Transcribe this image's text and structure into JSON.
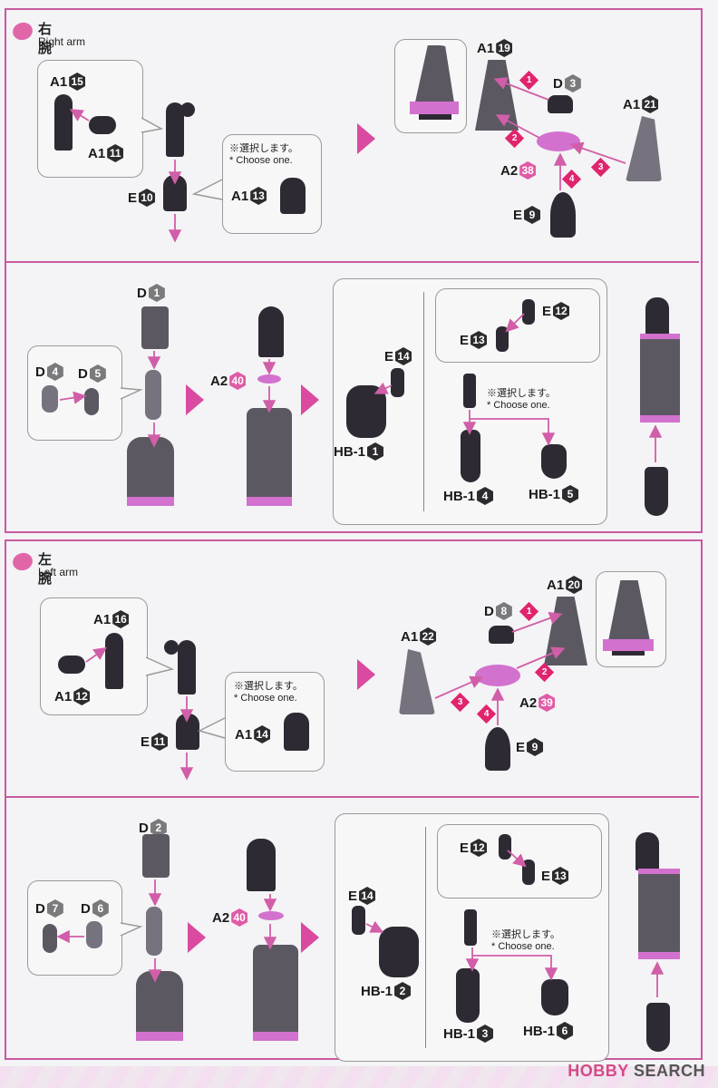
{
  "colors": {
    "accent": "#c85aa0",
    "arrow": "#d15ea8",
    "step": "#e0246e",
    "part_dark": "#2e2a33",
    "part_grey": "#5c5862",
    "part_pink": "#d371cf"
  },
  "sections": {
    "right_arm": {
      "title_jp": "右腕",
      "title_en": "Right arm"
    },
    "left_arm": {
      "title_jp": "左腕",
      "title_en": "Left arm"
    }
  },
  "note": {
    "jp": "※選択します。",
    "en": "* Choose one."
  },
  "steps": [
    "1",
    "2",
    "3",
    "4"
  ],
  "panel1": {
    "callout_a": [
      {
        "runner": "A1",
        "num": "15"
      },
      {
        "runner": "A1",
        "num": "11"
      }
    ],
    "elbow": {
      "runner": "E",
      "num": "10"
    },
    "choose": {
      "runner": "A1",
      "num": "13"
    }
  },
  "panel2": {
    "top": {
      "runner": "A1",
      "num": "19"
    },
    "cap": {
      "runner": "D",
      "num": "3"
    },
    "cover": {
      "runner": "A1",
      "num": "21"
    },
    "ring": {
      "runner": "A2",
      "num": "38"
    },
    "peg": {
      "runner": "E",
      "num": "9"
    }
  },
  "panel3": {
    "top": {
      "runner": "D",
      "num": "1"
    },
    "joint_a": {
      "runner": "D",
      "num": "4"
    },
    "joint_b": {
      "runner": "D",
      "num": "5"
    },
    "washer": {
      "runner": "A2",
      "num": "40"
    }
  },
  "panel4": {
    "wrist": {
      "runner": "E",
      "num": "14"
    },
    "hand_fist": {
      "runner": "HB-1",
      "num": "1"
    },
    "wrist_a": {
      "runner": "E",
      "num": "12"
    },
    "wrist_b": {
      "runner": "E",
      "num": "13"
    },
    "hand_point": {
      "runner": "HB-1",
      "num": "4"
    },
    "hand_open": {
      "runner": "HB-1",
      "num": "5"
    }
  },
  "panel5": {
    "callout_a": [
      {
        "runner": "A1",
        "num": "16"
      },
      {
        "runner": "A1",
        "num": "12"
      }
    ],
    "elbow": {
      "runner": "E",
      "num": "11"
    },
    "choose": {
      "runner": "A1",
      "num": "14"
    }
  },
  "panel6": {
    "top": {
      "runner": "A1",
      "num": "20"
    },
    "cap": {
      "runner": "D",
      "num": "8"
    },
    "cover": {
      "runner": "A1",
      "num": "22"
    },
    "ring": {
      "runner": "A2",
      "num": "39"
    },
    "peg": {
      "runner": "E",
      "num": "9"
    }
  },
  "panel7": {
    "top": {
      "runner": "D",
      "num": "2"
    },
    "joint_a": {
      "runner": "D",
      "num": "7"
    },
    "joint_b": {
      "runner": "D",
      "num": "6"
    },
    "washer": {
      "runner": "A2",
      "num": "40"
    }
  },
  "panel8": {
    "wrist": {
      "runner": "E",
      "num": "14"
    },
    "hand_fist": {
      "runner": "HB-1",
      "num": "2"
    },
    "wrist_a": {
      "runner": "E",
      "num": "12"
    },
    "wrist_b": {
      "runner": "E",
      "num": "13"
    },
    "hand_point": {
      "runner": "HB-1",
      "num": "3"
    },
    "hand_open": {
      "runner": "HB-1",
      "num": "6"
    }
  },
  "watermark": {
    "part1": "HOBBY",
    "part2": "SEARCH"
  }
}
